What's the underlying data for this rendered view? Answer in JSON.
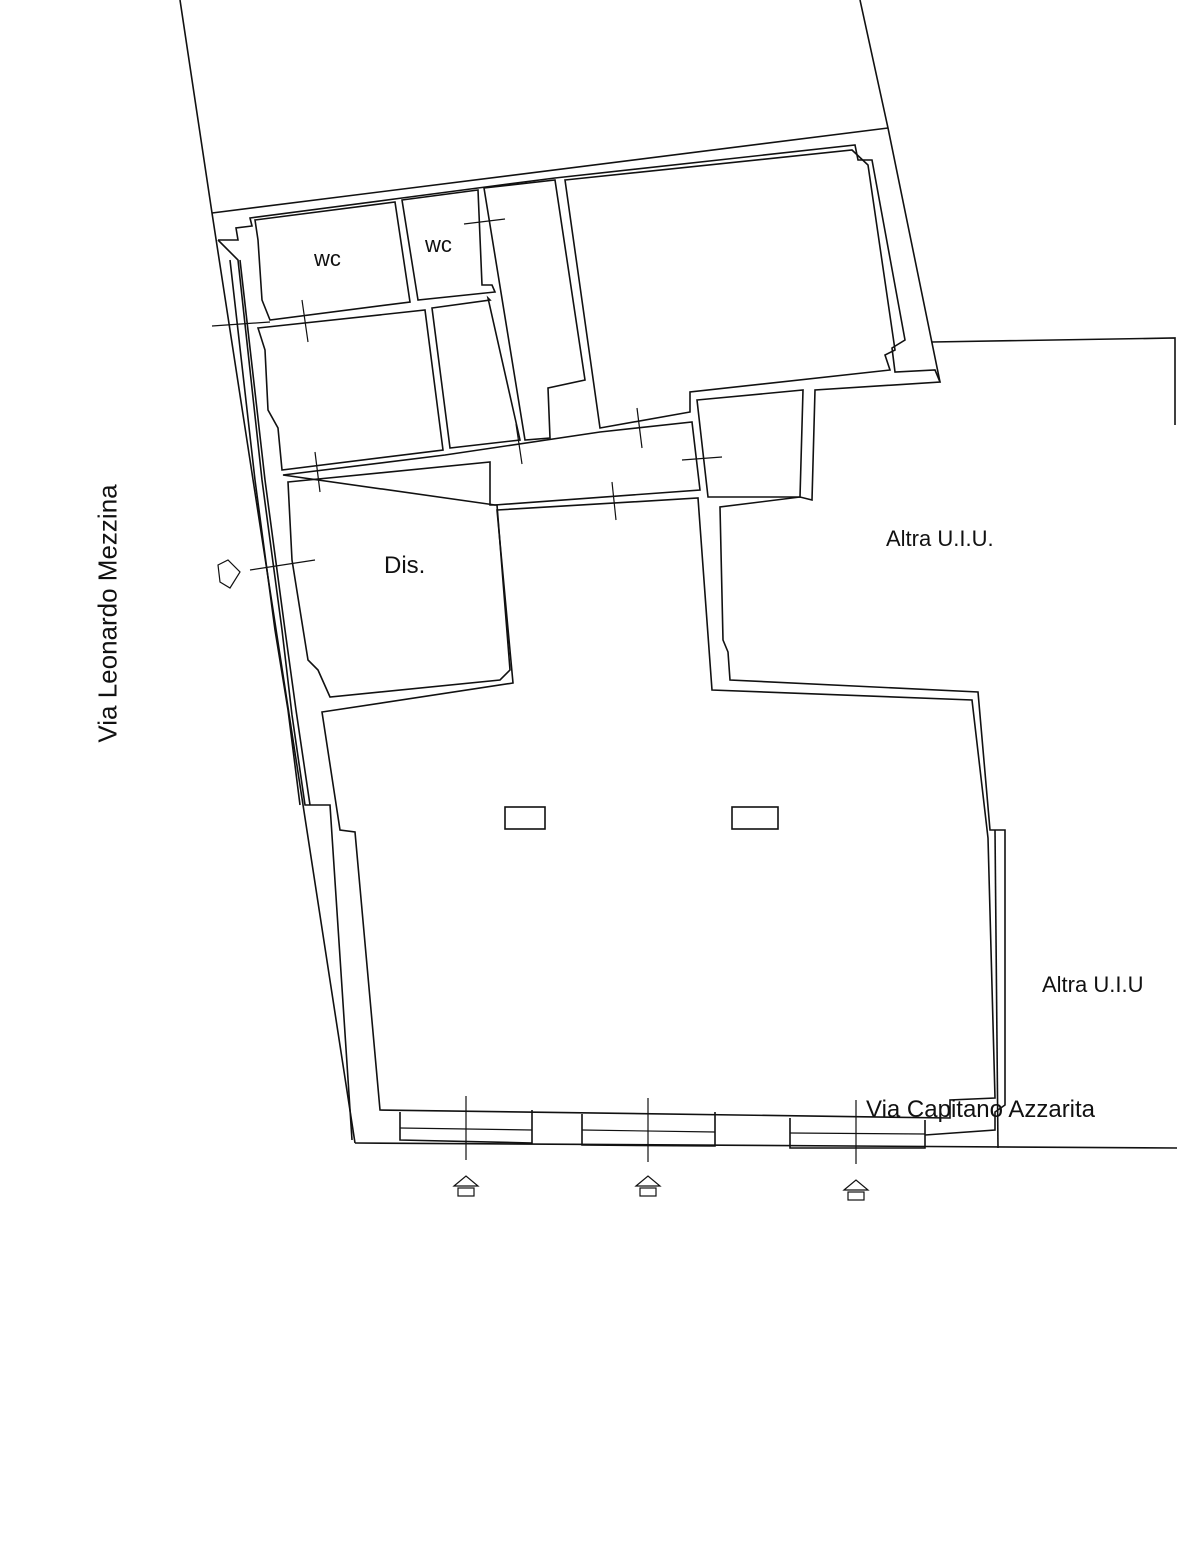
{
  "rooms": {
    "wc_1": "wc",
    "wc_2": "wc",
    "disimpegno": "Dis.",
    "other_unit_1": "Altra U.I.U.",
    "other_unit_2": "Altra U.I.U"
  },
  "streets": {
    "left": "Via Leonardo Mezzina",
    "bottom": "Via Capitano Azzarita"
  },
  "colors": {
    "line": "#111111",
    "background": "#ffffff"
  }
}
